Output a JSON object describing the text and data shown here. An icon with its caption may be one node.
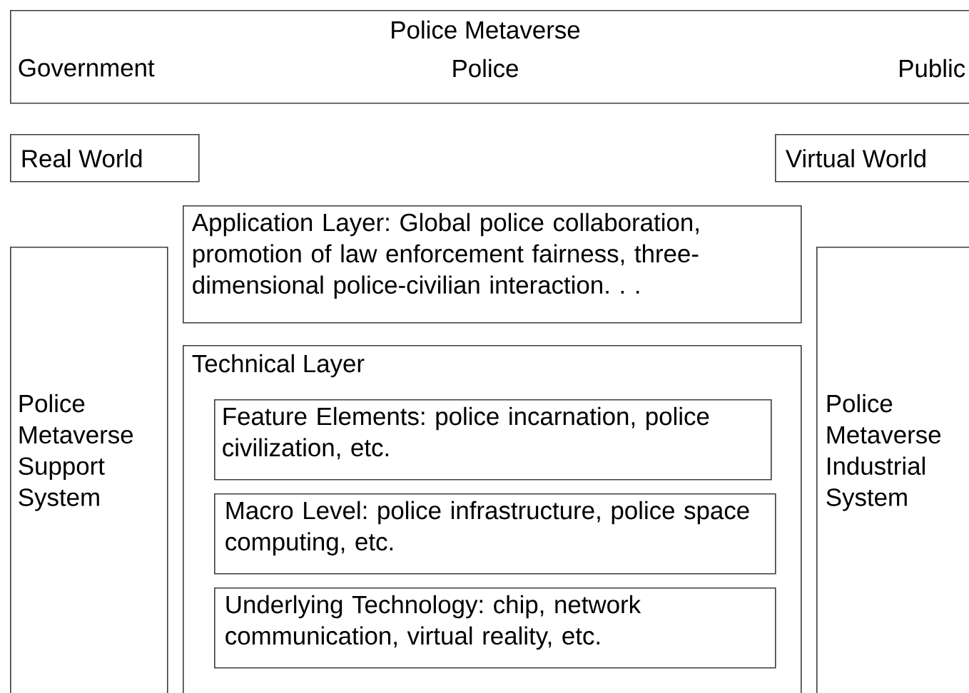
{
  "diagram": {
    "nodes": [
      {
        "text": [
          "Police Metaverse",
          "Government",
          "Police",
          "Public"
        ]
      },
      {
        "text": [
          "Real World"
        ]
      },
      {
        "text": [
          "Virtual World"
        ]
      },
      {
        "text": [
          "Application Layer: Global police collaboration, promotion of law enforcement fairness, three-dimensional police-civilian interaction. . ."
        ]
      },
      {
        "text": [
          "Police Metaverse Support System"
        ]
      },
      {
        "text": [
          "Technical Layer"
        ]
      },
      {
        "text": [
          "Feature Elements: police incarnation, police civilization, etc."
        ],
        "in": 5
      },
      {
        "text": [
          "Macro Level: police infrastructure, police space computing, etc."
        ],
        "in": 5
      },
      {
        "text": [
          "Underlying Technology: chip, network communication, virtual reality, etc."
        ],
        "in": 5
      },
      {
        "text": [
          "Police Metaverse Industrial System"
        ]
      }
    ]
  }
}
